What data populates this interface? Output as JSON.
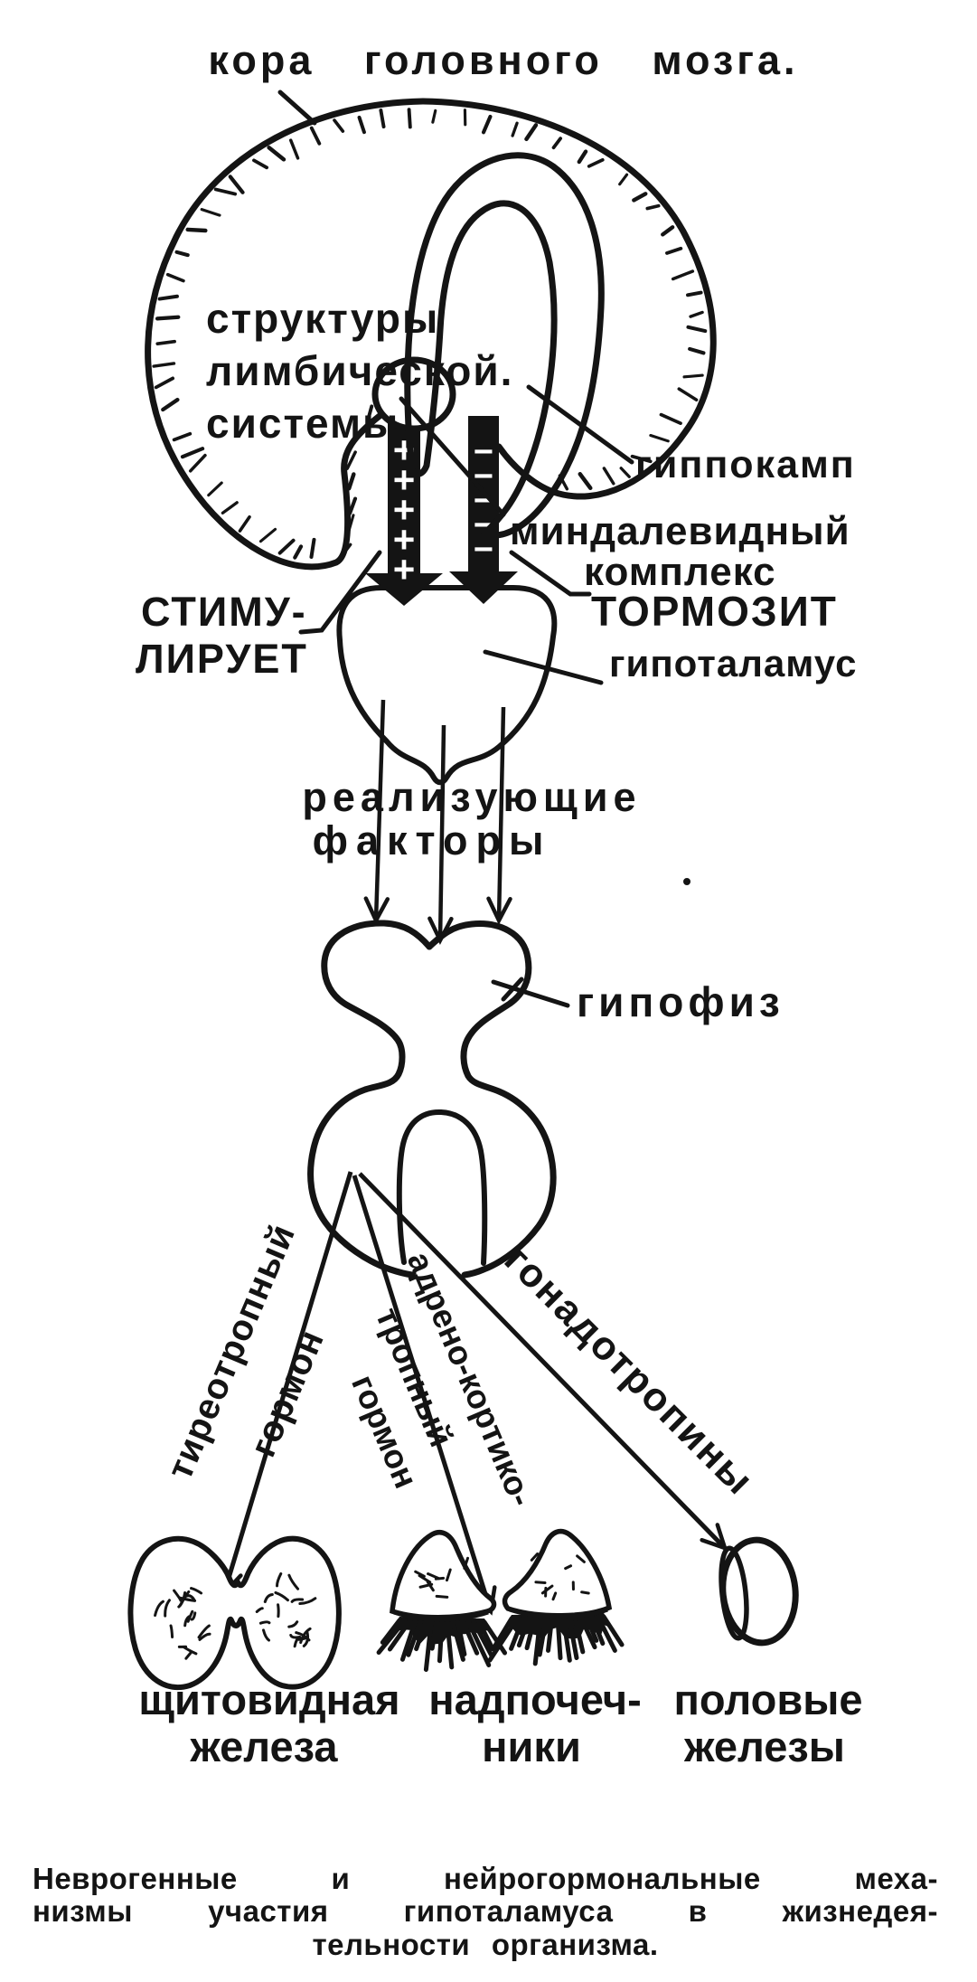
{
  "title": "кора  головного  мозга.",
  "brain": {
    "limbic_lines": [
      "структуры",
      "лимбической.",
      "системы"
    ],
    "hippocampus_label": "гиппокамп",
    "amygdala_lines": [
      "миндалевидный",
      "комплекс"
    ]
  },
  "pathways": {
    "stimulates_lines": [
      "СТИМУ-",
      "ЛИРУЕТ"
    ],
    "inhibits_label": "ТОРМОЗИТ",
    "plus_marks": [
      "+",
      "+",
      "+",
      "+",
      "+"
    ],
    "minus_marks": [
      "−",
      "−",
      "−",
      "−",
      "−"
    ]
  },
  "hypothalamus_label": "гипоталамус",
  "releasing_factors_lines": [
    "реализующие",
    "факторы"
  ],
  "pituitary_label": "гипофиз",
  "hormones": {
    "thyrotropic_lines": [
      "тиреотропный",
      "гормон"
    ],
    "adrenocorticotropic_lines": [
      "адрено-кортико-",
      "тропный",
      "гормон"
    ],
    "gonadotropins_label": "гонадотропины"
  },
  "glands": {
    "thyroid_lines": [
      "щитовидная",
      "железа"
    ],
    "adrenal_lines": [
      "надпочеч-",
      "ники"
    ],
    "gonadal_lines": [
      "половые",
      "железы"
    ]
  },
  "caption": {
    "line1_words": [
      "Неврогенные",
      "и",
      "нейрогормональные",
      "меха-"
    ],
    "line2_words": [
      "низмы",
      "участия",
      "гипоталамуса",
      "в",
      "жизнедея-"
    ],
    "line3": "тельности организма."
  },
  "colors": {
    "ink": "#141414",
    "paper": "#ffffff"
  }
}
